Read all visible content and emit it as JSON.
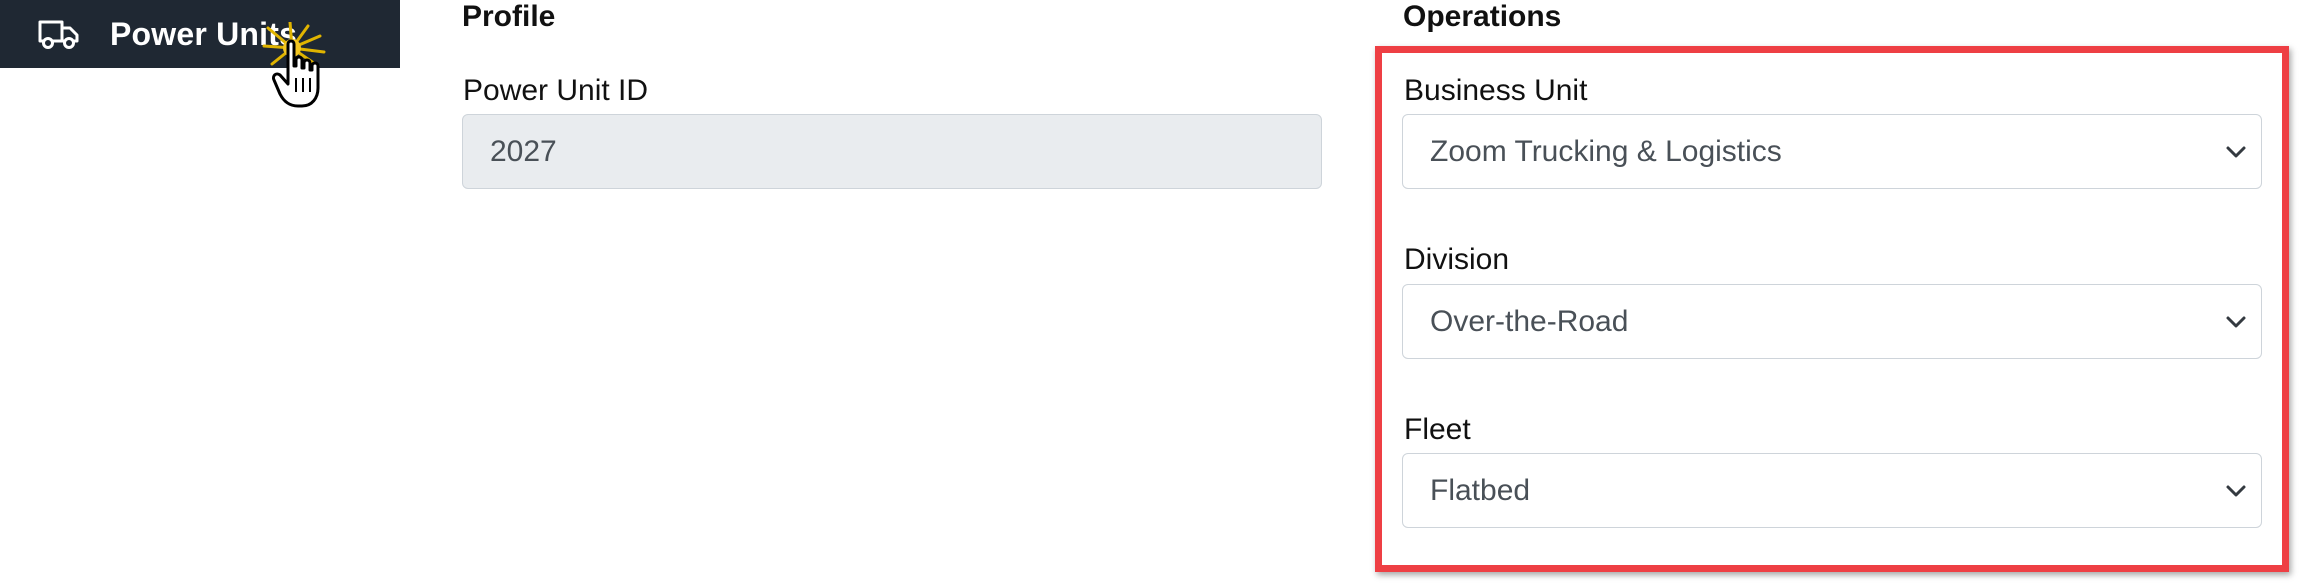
{
  "sidebar": {
    "active_item": {
      "icon": "truck-icon",
      "label": "Power Units"
    }
  },
  "profile": {
    "heading": "Profile",
    "power_unit_id": {
      "label": "Power Unit ID",
      "value": "2027"
    }
  },
  "operations": {
    "heading": "Operations",
    "business_unit": {
      "label": "Business Unit",
      "value": "Zoom Trucking & Logistics"
    },
    "division": {
      "label": "Division",
      "value": "Over-the-Road"
    },
    "fleet": {
      "label": "Fleet",
      "value": "Flatbed"
    }
  },
  "colors": {
    "sidebar_bg": "#1f2833",
    "highlight": "#ee3f44",
    "readonly_bg": "#e9ecef",
    "border": "#ced4da"
  }
}
